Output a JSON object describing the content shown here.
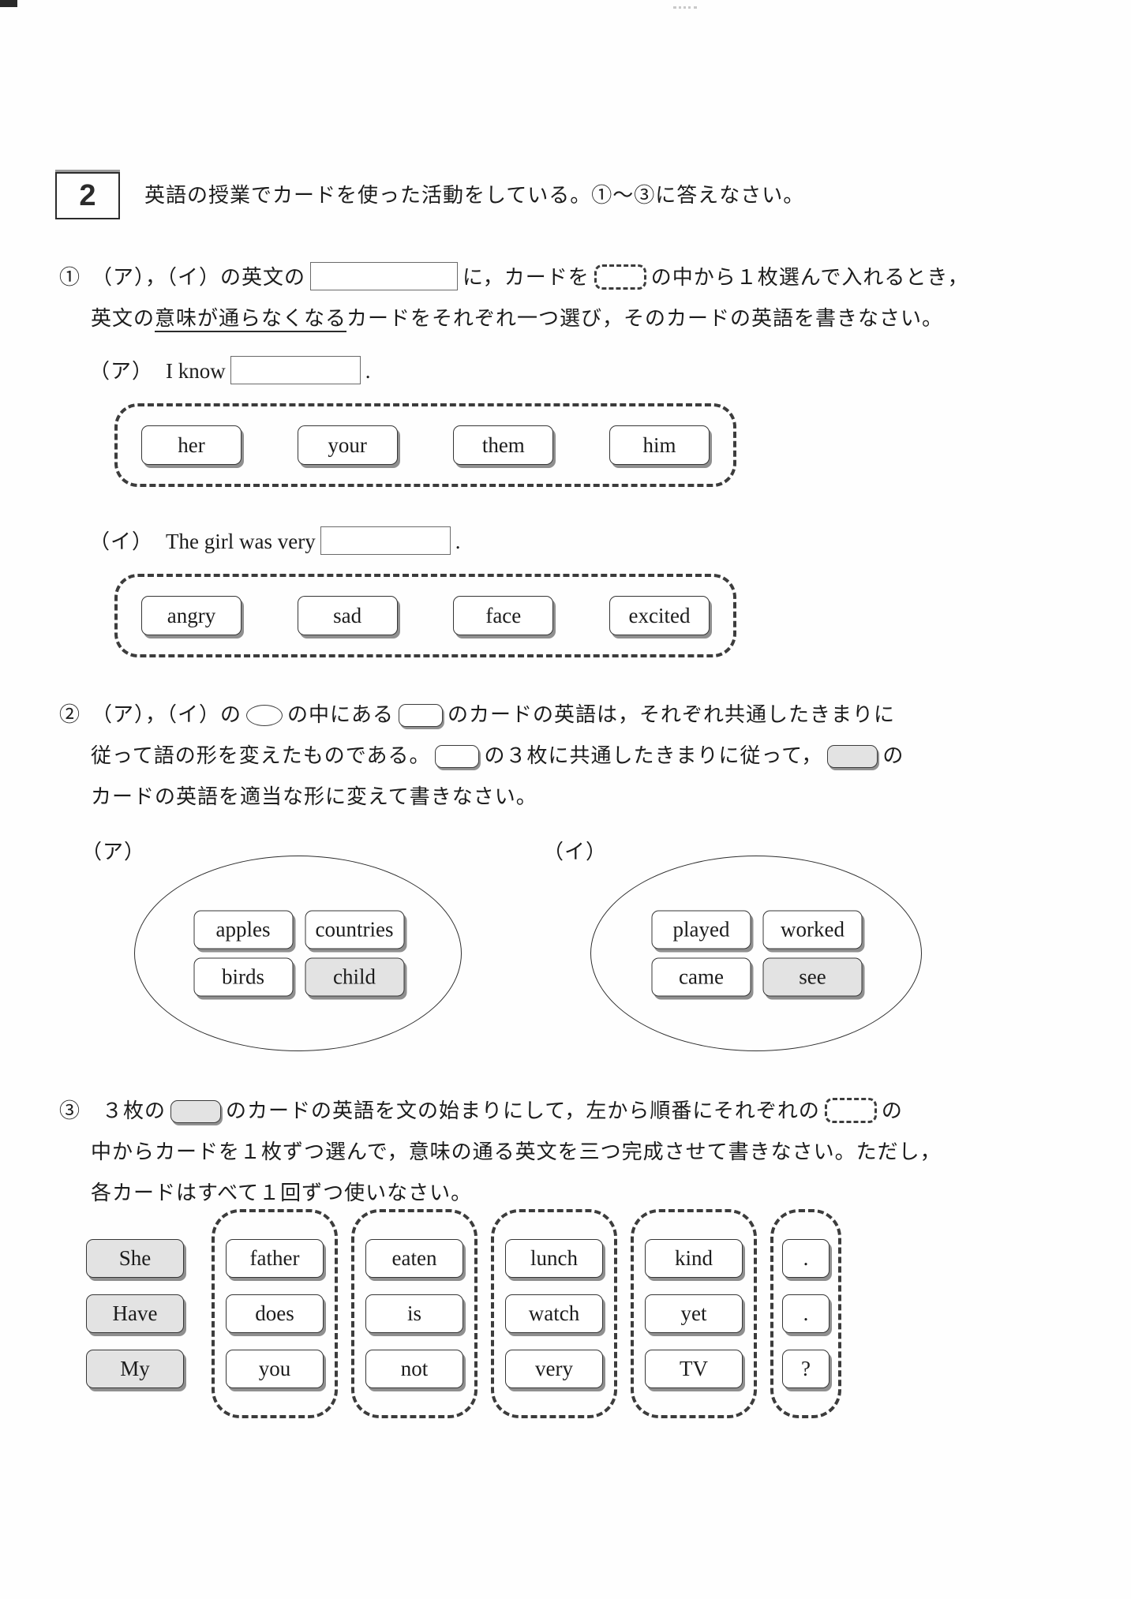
{
  "colors": {
    "shaded_card_bg": "#e3e3e3",
    "card_border": "#363636",
    "card_shadow": "#8f8f8f",
    "text": "#1c1c1c"
  },
  "header": {
    "number": "2",
    "text": "英語の授業でカードを使った活動をしている。①～③に答えなさい。"
  },
  "q1": {
    "line1": {
      "a": "①　（ア），（イ）の英文の",
      "b": "に，カードを",
      "c": "の中から１枚選んで入れるとき，"
    },
    "line2": {
      "pre": "英文の",
      "underline": "意味が通らなくなる",
      "post": "カードをそれぞれ一つ選び，そのカードの英語を書きなさい。"
    },
    "item_a": {
      "label": "（ア）",
      "sentence": "I know",
      "period": "."
    },
    "cards_a": [
      "her",
      "your",
      "them",
      "him"
    ],
    "item_i": {
      "label": "（イ）",
      "sentence": "The girl was very",
      "period": "."
    },
    "cards_i": [
      "angry",
      "sad",
      "face",
      "excited"
    ]
  },
  "q2": {
    "line1": {
      "a": "②　（ア），（イ）の",
      "b": "の中にある",
      "c": "のカードの英語は，それぞれ共通したきまりに"
    },
    "line2": {
      "a": "従って語の形を変えたものである。",
      "b": "の３枚に共通したきまりに従って，",
      "c": "の"
    },
    "line3": "カードの英語を適当な形に変えて書きなさい。",
    "group_a": {
      "label": "（ア）",
      "cards": [
        {
          "text": "apples",
          "shaded": false
        },
        {
          "text": "countries",
          "shaded": false
        },
        {
          "text": "birds",
          "shaded": false
        },
        {
          "text": "child",
          "shaded": true
        }
      ]
    },
    "group_i": {
      "label": "（イ）",
      "cards": [
        {
          "text": "played",
          "shaded": false
        },
        {
          "text": "worked",
          "shaded": false
        },
        {
          "text": "came",
          "shaded": false
        },
        {
          "text": "see",
          "shaded": true
        }
      ]
    }
  },
  "q3": {
    "line1": {
      "a": "③　３枚の",
      "b": "のカードの英語を文の始まりにして，左から順番にそれぞれの",
      "c": "の"
    },
    "line2": "中からカードを１枚ずつ選んで，意味の通る英文を三つ完成させて書きなさい。ただし，",
    "line3": "各カードはすべて１回ずつ使いなさい。",
    "start_cards": [
      "She",
      "Have",
      "My"
    ],
    "columns": [
      [
        "father",
        "does",
        "you"
      ],
      [
        "eaten",
        "is",
        "not"
      ],
      [
        "lunch",
        "watch",
        "very"
      ],
      [
        "kind",
        "yet",
        "TV"
      ],
      [
        ".",
        ".",
        "?"
      ]
    ]
  }
}
